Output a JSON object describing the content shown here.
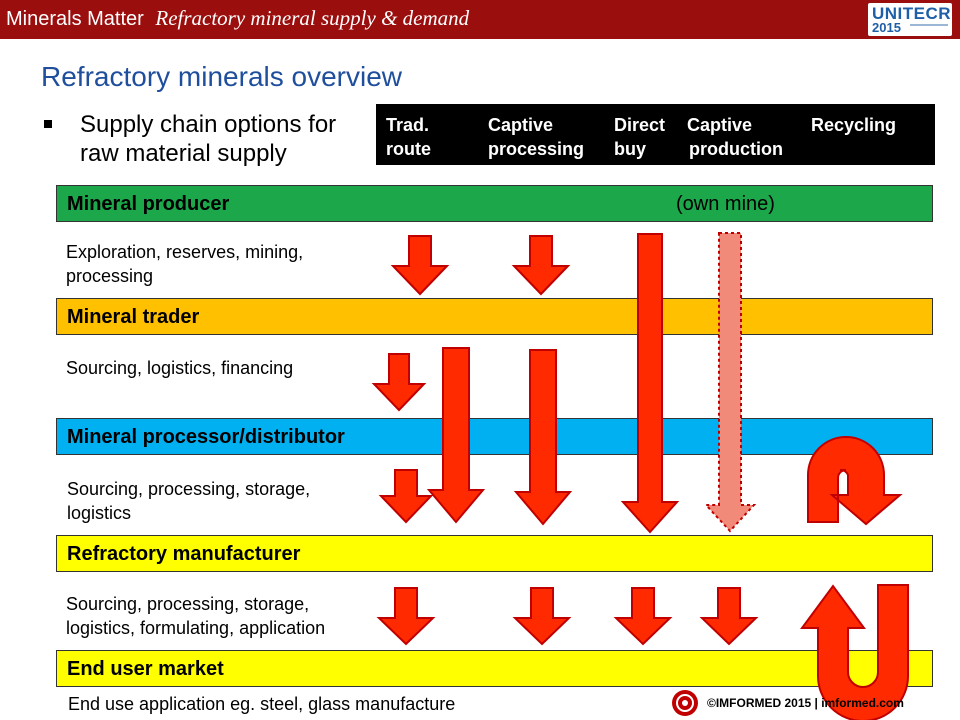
{
  "header": {
    "brand": "Minerals Matter",
    "subtitle": "Refractory mineral supply & demand",
    "logo_word": "UNITECR",
    "logo_year": "2015"
  },
  "slide_title": "Refractory minerals overview",
  "bullet": "Supply chain options for raw material supply",
  "options": [
    {
      "line1": "Trad.",
      "line2": "route"
    },
    {
      "line1": "Captive",
      "line2": "processing"
    },
    {
      "line1": "Direct",
      "line2": "buy"
    },
    {
      "line1": "Captive",
      "line2": "production"
    },
    {
      "line1": "Recycling",
      "line2": ""
    }
  ],
  "tiers": [
    {
      "name": "Mineral producer",
      "note": "(own mine)",
      "color": "#1ca84a"
    },
    {
      "name": "Mineral trader",
      "note": "",
      "color": "#ffc000"
    },
    {
      "name": "Mineral processor/distributor",
      "note": "",
      "color": "#00b0f0"
    },
    {
      "name": "Refractory manufacturer",
      "note": "",
      "color": "#ffff00"
    },
    {
      "name": "End user market",
      "note": "",
      "color": "#ffff00"
    }
  ],
  "descriptions": [
    "Exploration, reserves, mining, processing",
    "Sourcing, logistics, financing",
    "Sourcing, processing, storage, logistics",
    "Sourcing, processing, storage, logistics, formulating, application",
    "End use application eg. steel, glass manufacture"
  ],
  "colors": {
    "header_bar": "#9b0e0e",
    "title": "#1f4e9c",
    "arrow_fill": "#ff2a00",
    "arrow_stroke": "#c00000",
    "recycle_arrow_fill": "#f28a7a"
  },
  "footer": {
    "copyright": "©IMFORMED 2015 | imformed.com",
    "logo_icon": "imformed-logo-icon"
  }
}
